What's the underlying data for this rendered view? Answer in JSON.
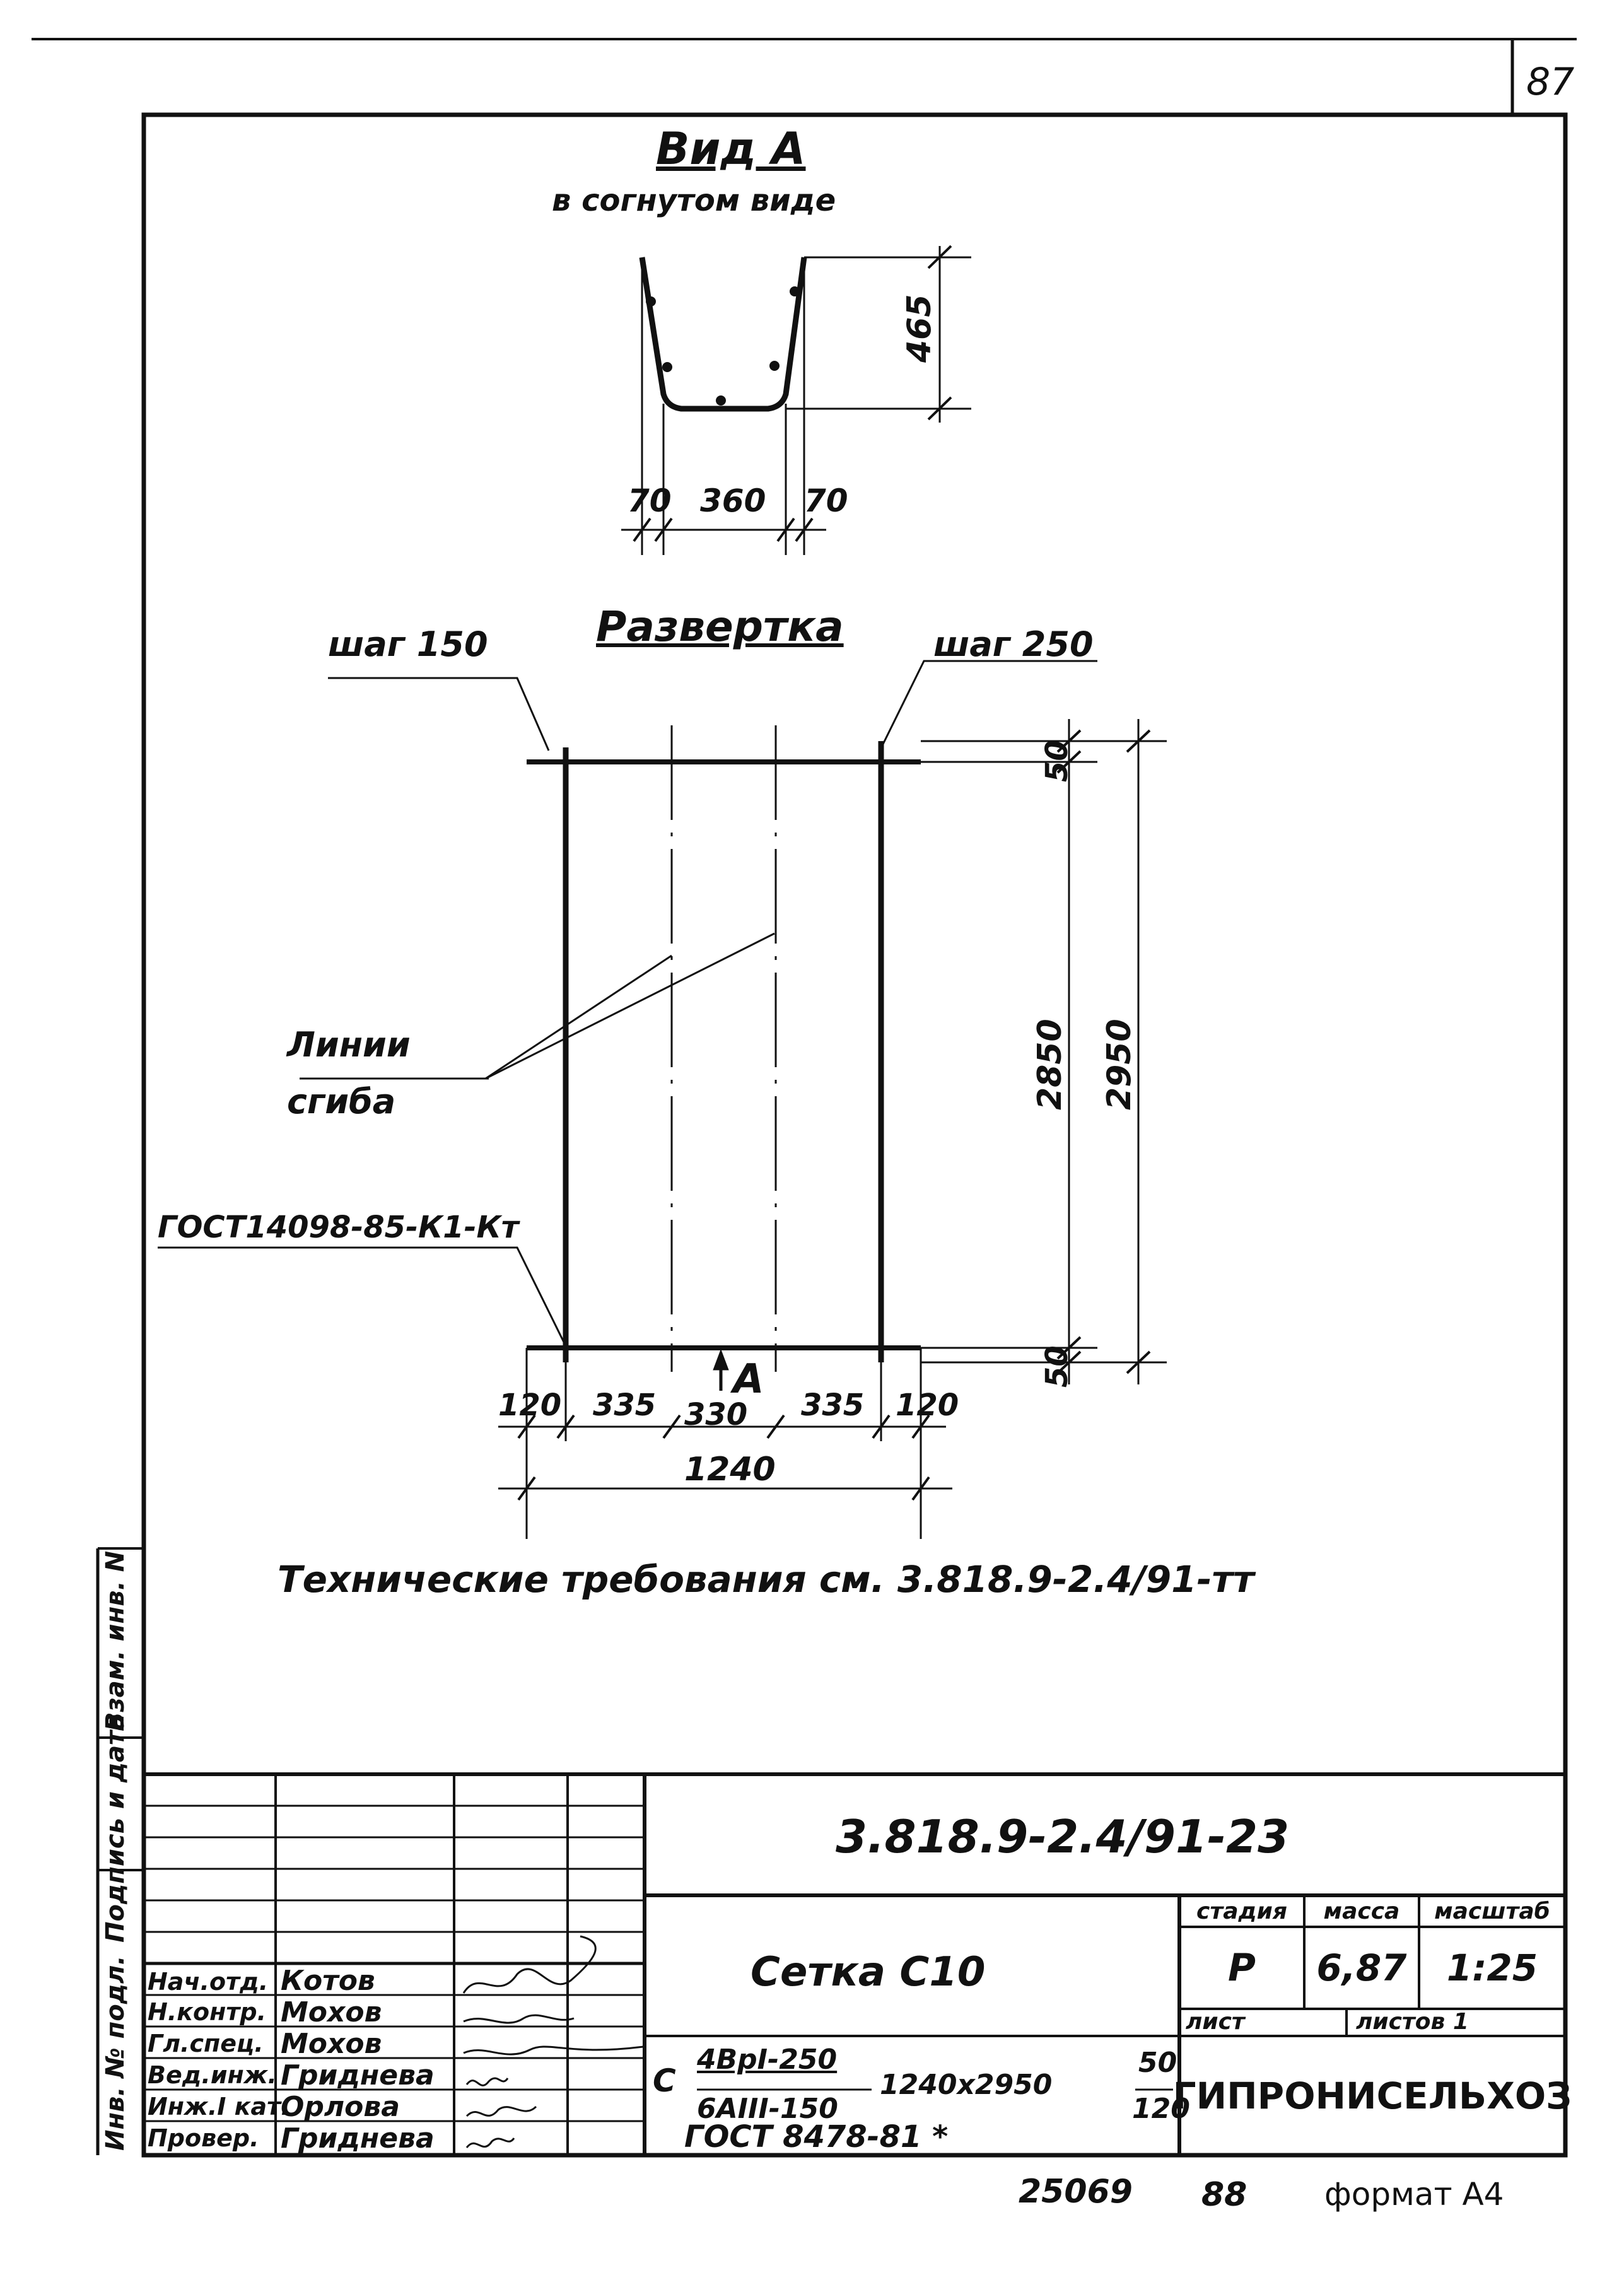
{
  "sheet": {
    "page_number": "87",
    "doc_code": "3.818.9-2.4/91-23",
    "format": "формат А4",
    "bottom_num1": "25069",
    "bottom_num2": "88"
  },
  "view": {
    "title": "Вид А",
    "subtitle": "в согнутом виде",
    "dim_height": "465",
    "dim_left": "70",
    "dim_mid": "360",
    "dim_right": "70"
  },
  "unfold": {
    "title": "Развертка",
    "step_left": "шаг 150",
    "step_right": "шаг 250",
    "fold_label_1": "Линии",
    "fold_label_2": "сгиба",
    "gost_label": "ГОСТ14098-85-К1-Кт",
    "dim_50_top": "50",
    "dim_2850": "2850",
    "dim_2950": "2950",
    "dim_50_bottom": "50",
    "dim_120_left": "120",
    "dim_335_left": "335",
    "dim_330": "330",
    "dim_335_right": "335",
    "dim_120_right": "120",
    "dim_1240": "1240",
    "view_mark": "А"
  },
  "tech_req": "Технические требования см. 3.818.9-2.4/91-тт",
  "side_stamp": [
    "Инв. № подл.",
    "Подпись и дата",
    "Взам. инв. N"
  ],
  "title_block": {
    "name": "Сетка С10",
    "stage_h": "стадия",
    "mass_h": "масса",
    "scale_h": "масштаб",
    "stage": "Р",
    "mass": "6,87",
    "scale": "1:25",
    "sheet_h": "лист",
    "sheets_h": "листов 1",
    "org": "ГИПРОНИСЕЛЬХОЗ",
    "spec_prefix": "С",
    "spec_num_top": "4BpI-250",
    "spec_num_bot": "6AIII-150",
    "spec_size": "1240x2950",
    "spec_frac_top": "50",
    "spec_frac_bot": "120",
    "spec_gost": "ГОСТ 8478-81 *",
    "roles": [
      "Нач.отд.",
      "Н.контр.",
      "Гл.спец.",
      "Вед.инж.",
      "Инж.I кат.",
      "Провер."
    ],
    "names": [
      "Котов",
      "Мохов",
      "Мохов",
      "Гриднева",
      "Орлова",
      "Гриднева"
    ]
  }
}
